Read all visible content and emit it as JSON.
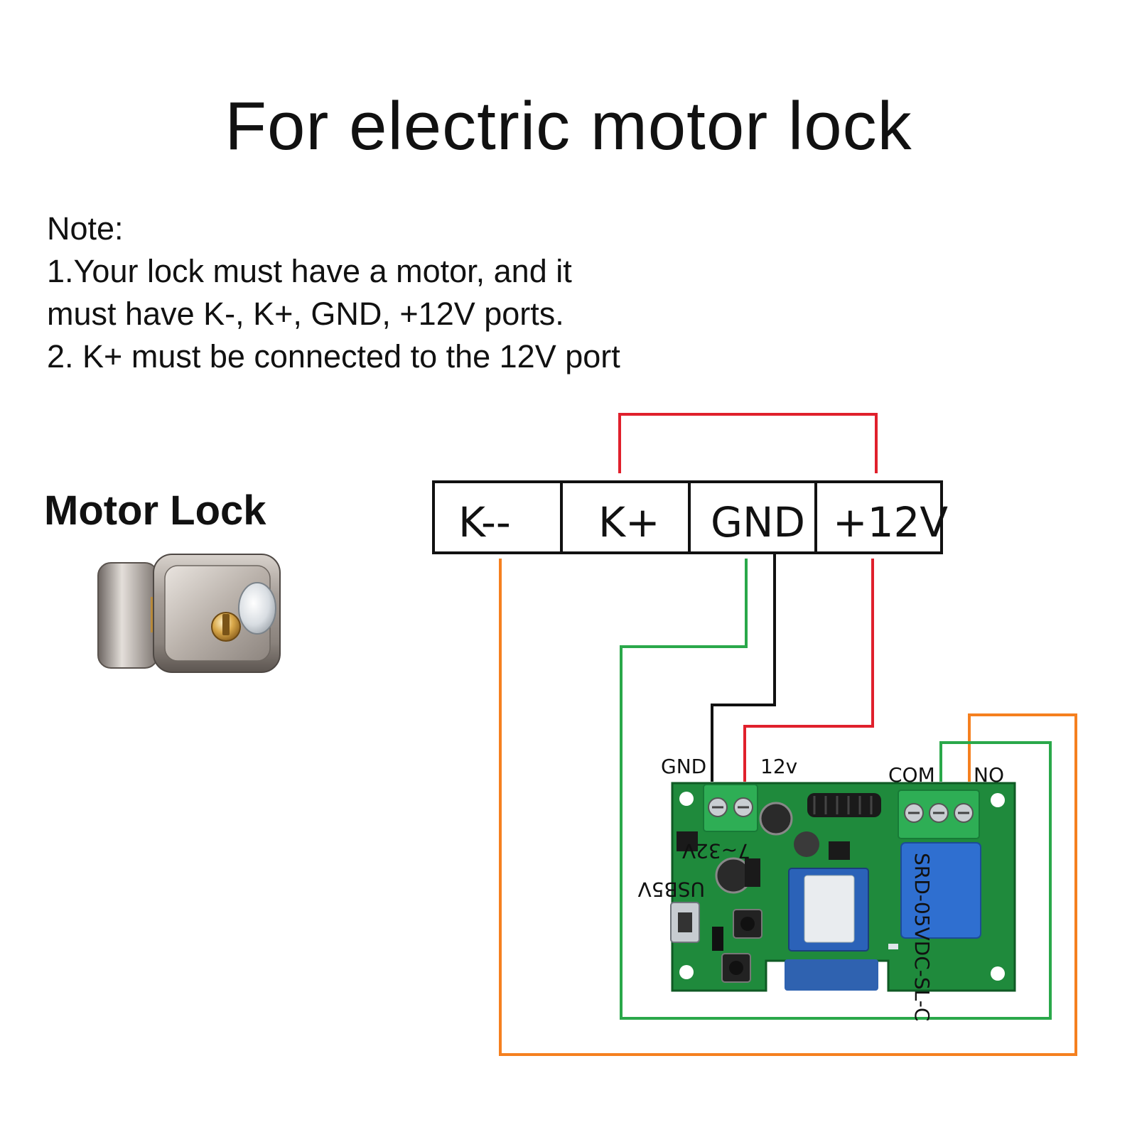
{
  "title": "For electric motor lock",
  "note": {
    "heading": "Note:",
    "line1": "1.Your lock must have a motor, and it",
    "line2": "must have K-, K+, GND, +12V ports.",
    "line3": "2. K+ must be connected to the 12V port"
  },
  "lock": {
    "label": "Motor Lock"
  },
  "terminal": {
    "k_minus": "K--",
    "k_plus": "K+",
    "gnd": "GND",
    "v12": "+12V"
  },
  "module": {
    "gnd": "GND",
    "v12": "12v",
    "com": "COM",
    "no": "NO",
    "voltage_print": "7~32V",
    "usb_print": "USB5V",
    "relay_print": "SRD-05VDC-SL-C"
  },
  "colors": {
    "red": "#e0202c",
    "green": "#2aa84a",
    "orange": "#f5801f",
    "black": "#111111",
    "pcb": "#1f8a3c",
    "relay": "#2f6fd0",
    "terminal_green": "#2eae55"
  }
}
